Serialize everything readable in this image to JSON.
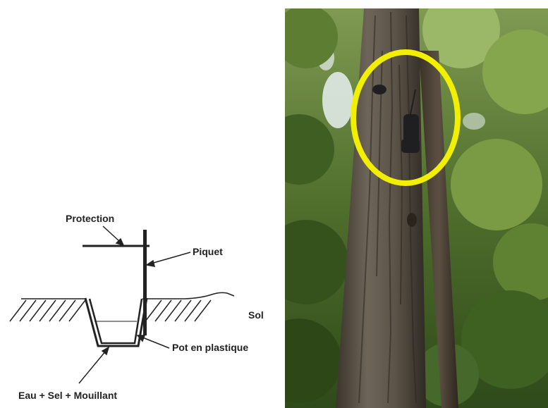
{
  "diagram": {
    "labels": {
      "protection": "Protection",
      "piquet": "Piquet",
      "sol": "Sol",
      "pot": "Pot en plastique",
      "liquid": "Eau + Sel + Mouillant"
    }
  },
  "photo": {
    "subject": "tall tree trunk in forest with trap hanging on trunk",
    "highlight_color": "#f2f000"
  }
}
